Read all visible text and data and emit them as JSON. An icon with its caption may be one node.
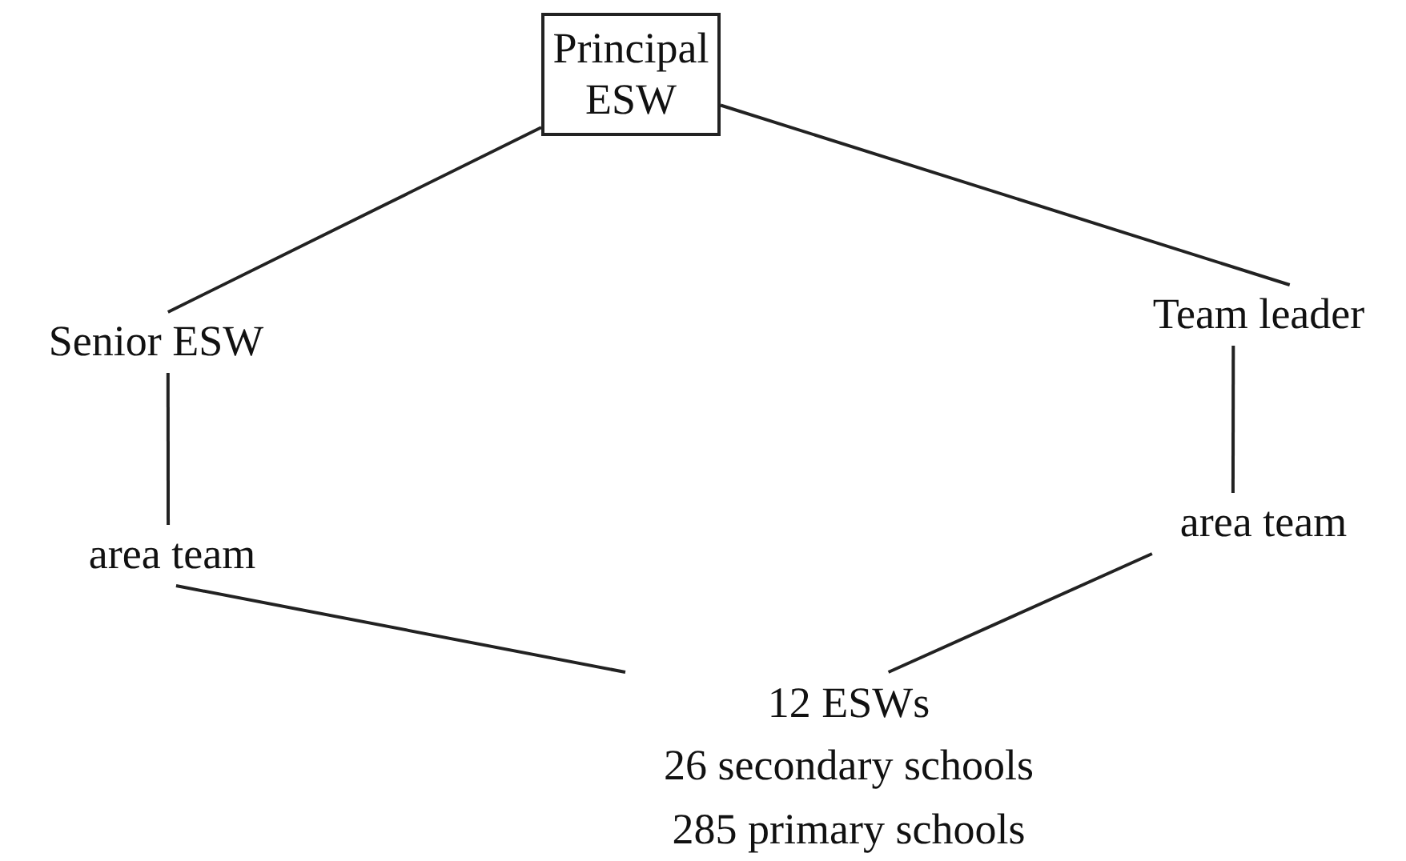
{
  "diagram": {
    "nodes": [
      {
        "text": [
          "Principal ESW"
        ]
      },
      {
        "text": [
          "Senior ESW"
        ]
      },
      {
        "text": [
          "Team leader"
        ]
      },
      {
        "text": [
          "area team"
        ]
      },
      {
        "text": [
          "area team"
        ]
      },
      {
        "text": [
          "12 ESWs",
          "26 secondary schools",
          "285 primary schools"
        ]
      }
    ],
    "edges": [
      {
        "from": 0,
        "to": 1,
        "arrow": "none"
      },
      {
        "from": 0,
        "to": 2,
        "arrow": "none"
      },
      {
        "from": 1,
        "to": 3,
        "arrow": "none"
      },
      {
        "from": 2,
        "to": 4,
        "arrow": "none"
      },
      {
        "from": 3,
        "to": 5,
        "arrow": "none"
      },
      {
        "from": 4,
        "to": 5,
        "arrow": "none"
      }
    ]
  }
}
